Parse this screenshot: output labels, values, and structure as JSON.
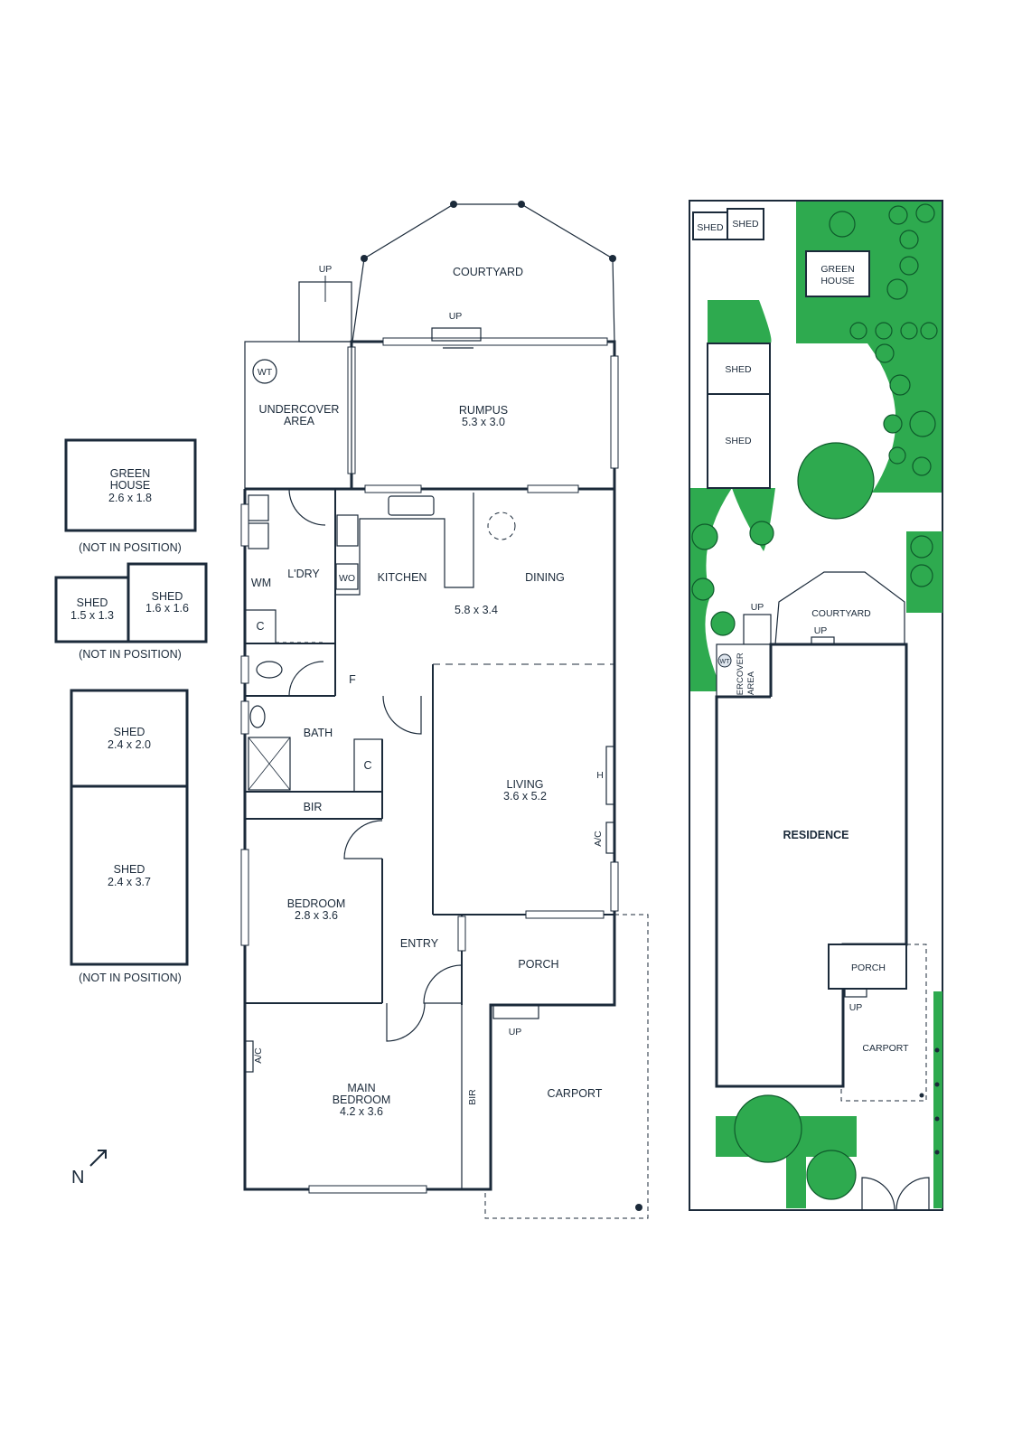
{
  "plan": {
    "rooms": {
      "courtyard": "COURTYARD",
      "up_courtyard": "UP",
      "up_side": "UP",
      "wt": "WT",
      "undercover_name_1": "UNDERCOVER",
      "undercover_name_2": "AREA",
      "rumpus_name": "RUMPUS",
      "rumpus_size": "5.3 x 3.0",
      "wm": "WM",
      "laundry": "L'DRY",
      "wo": "WO",
      "kitchen": "KITCHEN",
      "dining": "DINING",
      "kitchen_dining_size": "5.8 x 3.4",
      "linen_c1": "C",
      "fridge": "F",
      "bath": "BATH",
      "linen_c2": "C",
      "bir_hall": "BIR",
      "living_name": "LIVING",
      "living_size": "3.6 x 5.2",
      "heater": "H",
      "ac_living": "A/C",
      "bedroom_name": "BEDROOM",
      "bedroom_size": "2.8 x 3.6",
      "entry": "ENTRY",
      "porch": "PORCH",
      "up_porch": "UP",
      "ac_main": "A/C",
      "main_bed_name_1": "MAIN",
      "main_bed_name_2": "BEDROOM",
      "main_bed_size": "4.2 x 3.6",
      "bir_main": "BIR",
      "carport": "CARPORT"
    }
  },
  "outbuildings": {
    "greenhouse_name_1": "GREEN",
    "greenhouse_name_2": "HOUSE",
    "greenhouse_size": "2.6 x 1.8",
    "greenhouse_note": "(NOT IN POSITION)",
    "shed_small_a_name": "SHED",
    "shed_small_a_size": "1.5 x 1.3",
    "shed_small_b_name": "SHED",
    "shed_small_b_size": "1.6 x 1.6",
    "sheds_small_note": "(NOT IN POSITION)",
    "shed_mid_name": "SHED",
    "shed_mid_size": "2.4 x 2.0",
    "shed_large_name": "SHED",
    "shed_large_size": "2.4 x 3.7",
    "sheds_large_note": "(NOT IN POSITION)"
  },
  "compass": {
    "label": "N"
  },
  "site": {
    "shed_1": "SHED",
    "shed_2": "SHED",
    "greenhouse_1": "GREEN",
    "greenhouse_2": "HOUSE",
    "shed_3": "SHED",
    "shed_4": "SHED",
    "up_left": "UP",
    "courtyard": "COURTYARD",
    "up_courtyard": "UP",
    "wt": "WT",
    "undercover_1": "UNDERCOVER",
    "undercover_2": "AREA",
    "residence": "RESIDENCE",
    "porch": "PORCH",
    "up_porch": "UP",
    "carport": "CARPORT"
  },
  "colors": {
    "line": "#1b2a3a",
    "grass": "#2eaa4f",
    "tree_outline": "#0e5a2b"
  }
}
